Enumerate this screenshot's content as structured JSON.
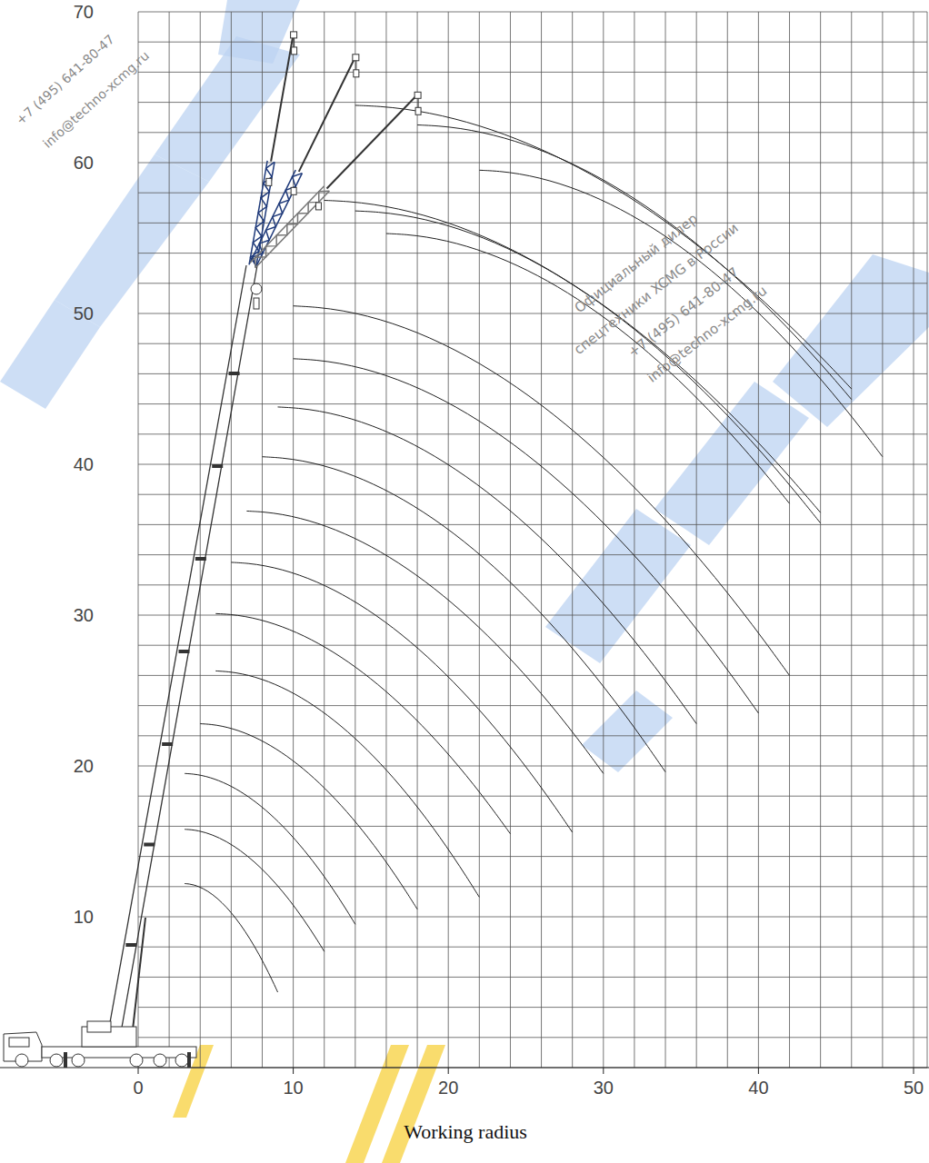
{
  "diagram": {
    "labels": [
      "0",
      "10",
      "20",
      "30",
      "40",
      "50",
      "10",
      "20",
      "30",
      "40",
      "50",
      "60",
      "70",
      "Working radius",
      "Официальный дилер",
      "спецтехники XCMG в России",
      "+7 (495) 641-80-47",
      "info@techno-xcmg.ru",
      "+7 (495) 641-80-47",
      "info@techno-xcmg.ru"
    ]
  }
}
